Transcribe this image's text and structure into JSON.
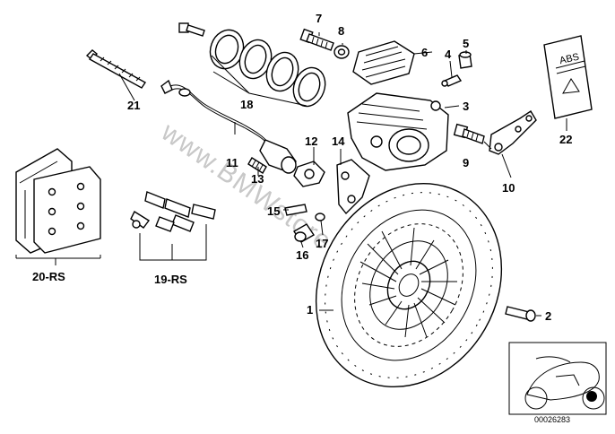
{
  "watermark": "www.BMWstore.co.kr",
  "callouts": [
    {
      "id": "1",
      "text": "1"
    },
    {
      "id": "2",
      "text": "2"
    },
    {
      "id": "3",
      "text": "3"
    },
    {
      "id": "4",
      "text": "4"
    },
    {
      "id": "5",
      "text": "5"
    },
    {
      "id": "6",
      "text": "6"
    },
    {
      "id": "7",
      "text": "7"
    },
    {
      "id": "8",
      "text": "8"
    },
    {
      "id": "9",
      "text": "9"
    },
    {
      "id": "10",
      "text": "10"
    },
    {
      "id": "11",
      "text": "11"
    },
    {
      "id": "12",
      "text": "12"
    },
    {
      "id": "13",
      "text": "13"
    },
    {
      "id": "14",
      "text": "14"
    },
    {
      "id": "15",
      "text": "15"
    },
    {
      "id": "16",
      "text": "16"
    },
    {
      "id": "17",
      "text": "17"
    },
    {
      "id": "18",
      "text": "18"
    },
    {
      "id": "19",
      "text": "19-RS"
    },
    {
      "id": "20",
      "text": "20-RS"
    },
    {
      "id": "21",
      "text": "21"
    },
    {
      "id": "22",
      "text": "22"
    }
  ],
  "abs_sticker_text": "ABS",
  "diagram_number": "00026283",
  "colors": {
    "line": "#000000",
    "watermark": "#c8c8c8",
    "background": "#ffffff"
  }
}
